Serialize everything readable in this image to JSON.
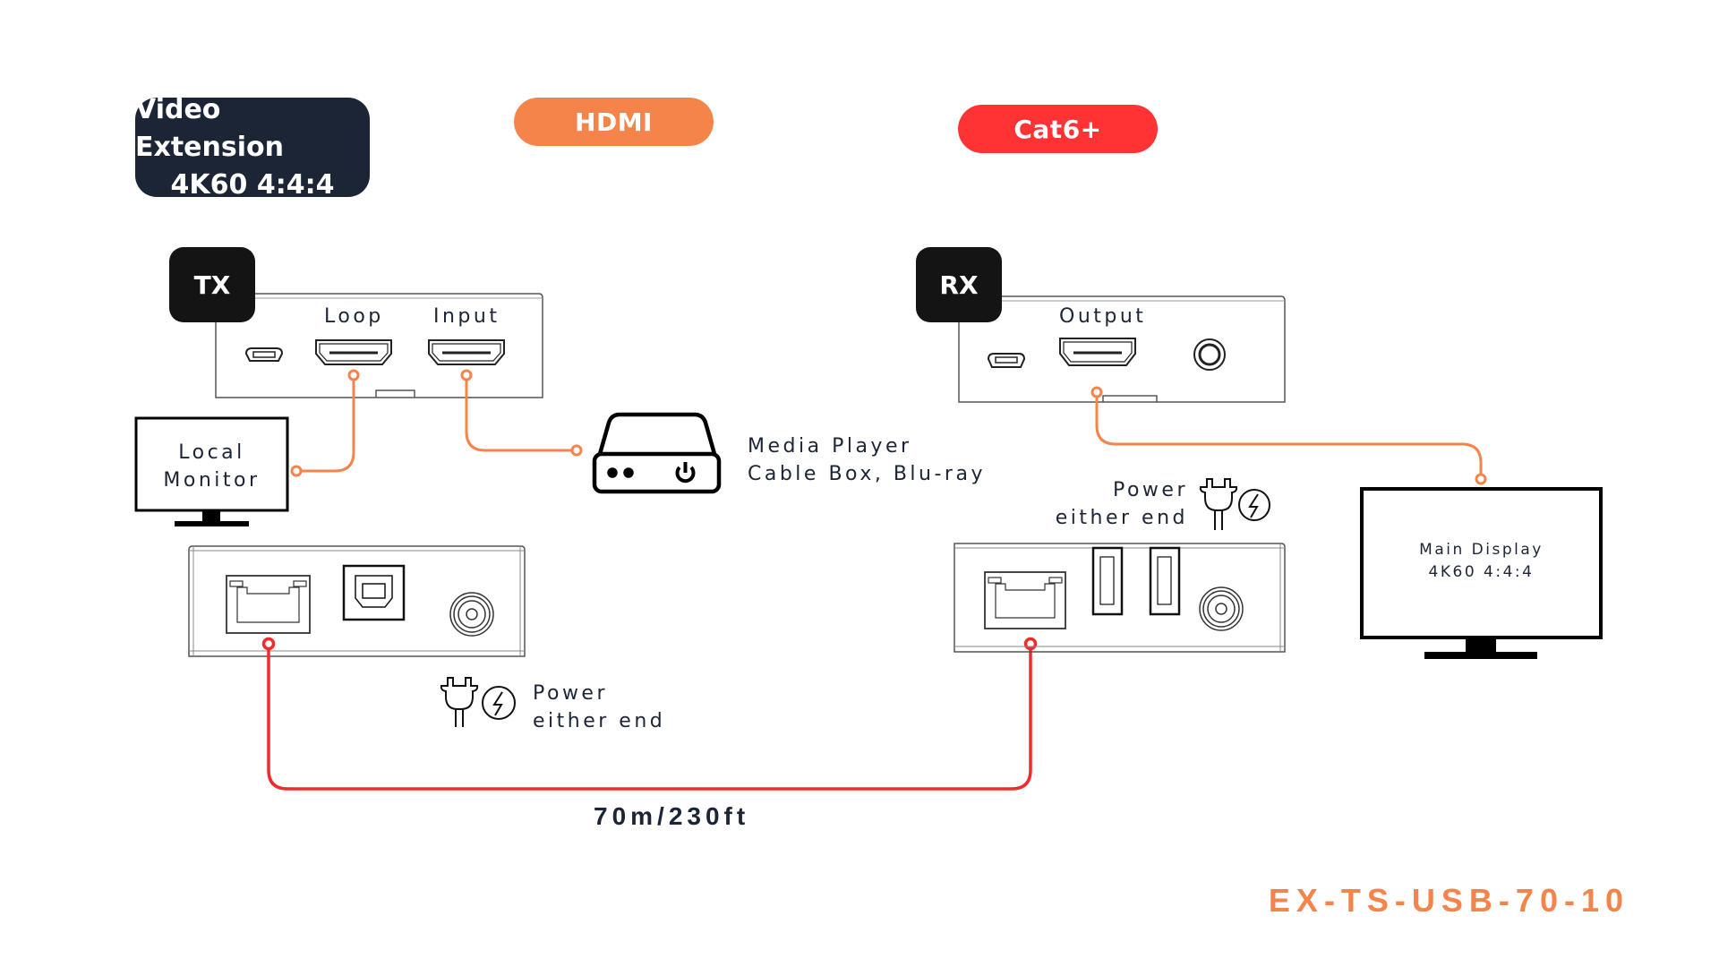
{
  "header": {
    "title_line1": "Video Extension",
    "title_line2": "4K60 4:4:4",
    "hdmi_label": "HDMI",
    "cat_label": "Cat6+"
  },
  "colors": {
    "hdmi_orange": "#f5844a",
    "cat_red": "#ff3333",
    "navy": "#1c2536"
  },
  "tx": {
    "badge": "TX",
    "loop_label": "Loop",
    "input_label": "Input",
    "local_monitor_line1": "Local",
    "local_monitor_line2": "Monitor",
    "source_line1": "Media Player",
    "source_line2": "Cable Box, Blu-ray",
    "power_line1": "Power",
    "power_line2": "either end",
    "top_ports": [
      "micro-usb-port",
      "hdmi-loop-port",
      "hdmi-input-port"
    ],
    "bottom_ports": [
      "rj45-port",
      "usb-b-port",
      "dc-power-jack"
    ]
  },
  "rx": {
    "badge": "RX",
    "output_label": "Output",
    "power_line1": "Power",
    "power_line2": "either end",
    "display_line1": "Main Display",
    "display_line2": "4K60 4:4:4",
    "top_ports": [
      "micro-usb-port",
      "hdmi-output-port",
      "audio-jack"
    ],
    "bottom_ports": [
      "rj45-port",
      "usb-a-port",
      "usb-a-port",
      "dc-power-jack"
    ]
  },
  "cable": {
    "distance": "70m/230ft"
  },
  "footer": {
    "model": "EX-TS-USB-70-10"
  }
}
